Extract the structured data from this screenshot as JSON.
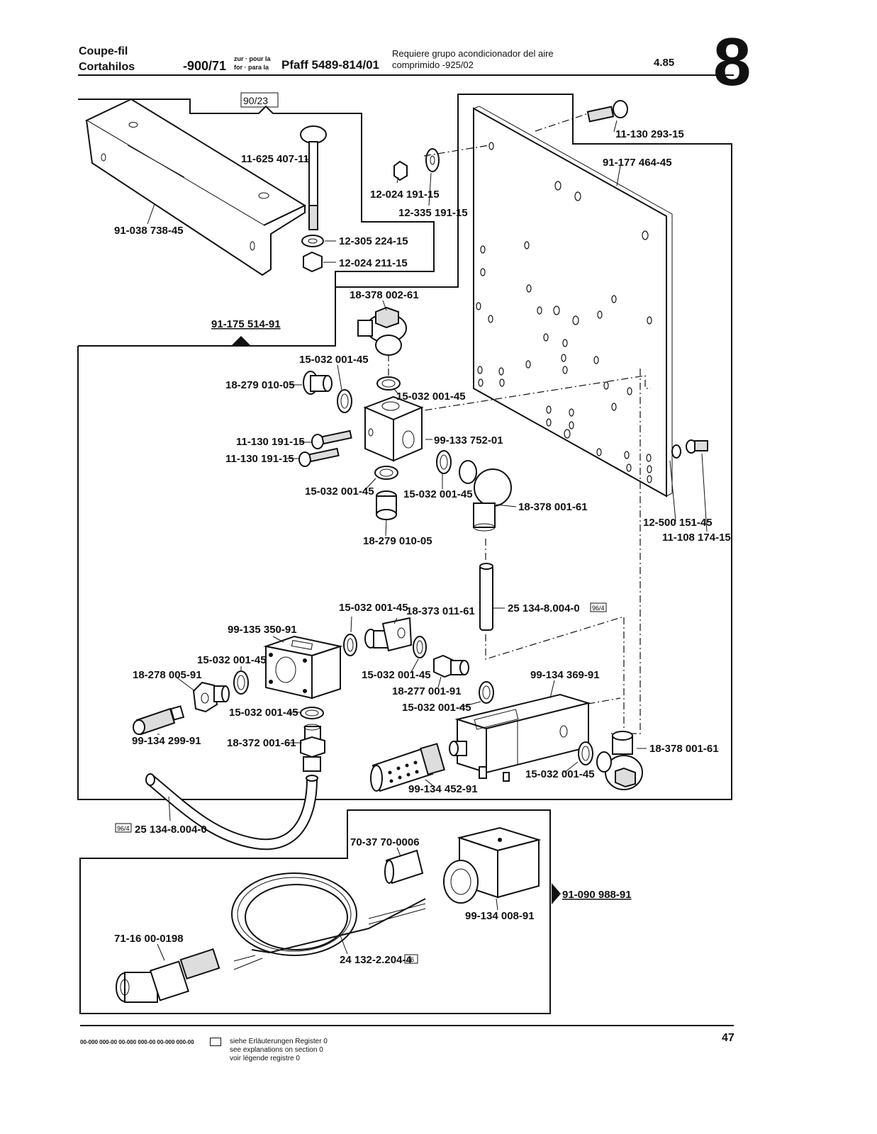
{
  "header": {
    "title_fr": "Coupe-fil",
    "title_es": "Cortahilos",
    "model": "-900/71",
    "for_de_fr": "zur · pour la",
    "for_en_es": "for · para la",
    "machine": "Pfaff 5489-814/01",
    "note_line1": "Requiere grupo acondicionador del aire",
    "note_line2": "comprimido -925/02",
    "date": "4.85",
    "section": "8"
  },
  "refs": {
    "box_ref_90_23": "90/23",
    "ref_91_175": "91-175 514-91",
    "ref_91_090": "91-090 988-91"
  },
  "labels": {
    "p11_130_293": "11-130 293-15",
    "p91_177_464": "91-177 464-45",
    "p11_625_407": "11-625 407-11",
    "p12_024_191": "12-024 191-15",
    "p12_335_191": "12-335 191-15",
    "p91_038_738": "91-038 738-45",
    "p12_305_224": "12-305 224-15",
    "p12_024_211": "12-024 211-15",
    "p18_378_002": "18-378 002-61",
    "p15_032_a": "15-032 001-45",
    "p18_279_010_a": "18-279 010-05",
    "p15_032_b": "15-032 001-45",
    "p11_130_191_a": "11-130 191-15",
    "p11_130_191_b": "11-130 191-15",
    "p99_133_752": "99-133 752-01",
    "p15_032_c": "15-032 001-45",
    "p15_032_d": "15-032 001-45",
    "p18_378_001_a": "18-378 001-61",
    "p18_279_010_b": "18-279 010-05",
    "p12_500_151": "12-500 151-45",
    "p11_108_174": "11-108 174-15",
    "p15_032_e": "15-032 001-45",
    "p18_373_011": "18-373 011-61",
    "p25_134_a": "25 134-8.004-0",
    "p25_134_a_ref": "96/4",
    "p99_135_350": "99-135 350-91",
    "p15_032_f": "15-032 001-45",
    "p18_278_005": "18-278 005-91",
    "p15_032_g": "15-032 001-45",
    "p18_277_001": "18-277 001-91",
    "p99_134_369": "99-134 369-91",
    "p15_032_h": "15-032 001-45",
    "p15_032_i": "15-032 001-45",
    "p99_134_299": "99-134 299-91",
    "p18_372_001": "18-372 001-61",
    "p18_378_001_b": "18-378 001-61",
    "p15_032_j": "15-032 001-45",
    "p99_134_452": "99-134 452-91",
    "p25_134_b_ref": "96/4",
    "p25_134_b": "25 134-8.004-0",
    "p70_37_70": "70-37 70-0006",
    "p99_134_008": "99-134 008-91",
    "p71_16_00": "71-16 00-0198",
    "p24_132": "24 132-2.204-4",
    "p24_132_ref": "96"
  },
  "footer": {
    "codes": "00-000 000-00  00-000 000-00  00-000 000-00",
    "line1": "siehe Erläuterungen Register 0",
    "line2": "see explanations on section 0",
    "line3": "voir légende registre 0",
    "page": "47"
  }
}
